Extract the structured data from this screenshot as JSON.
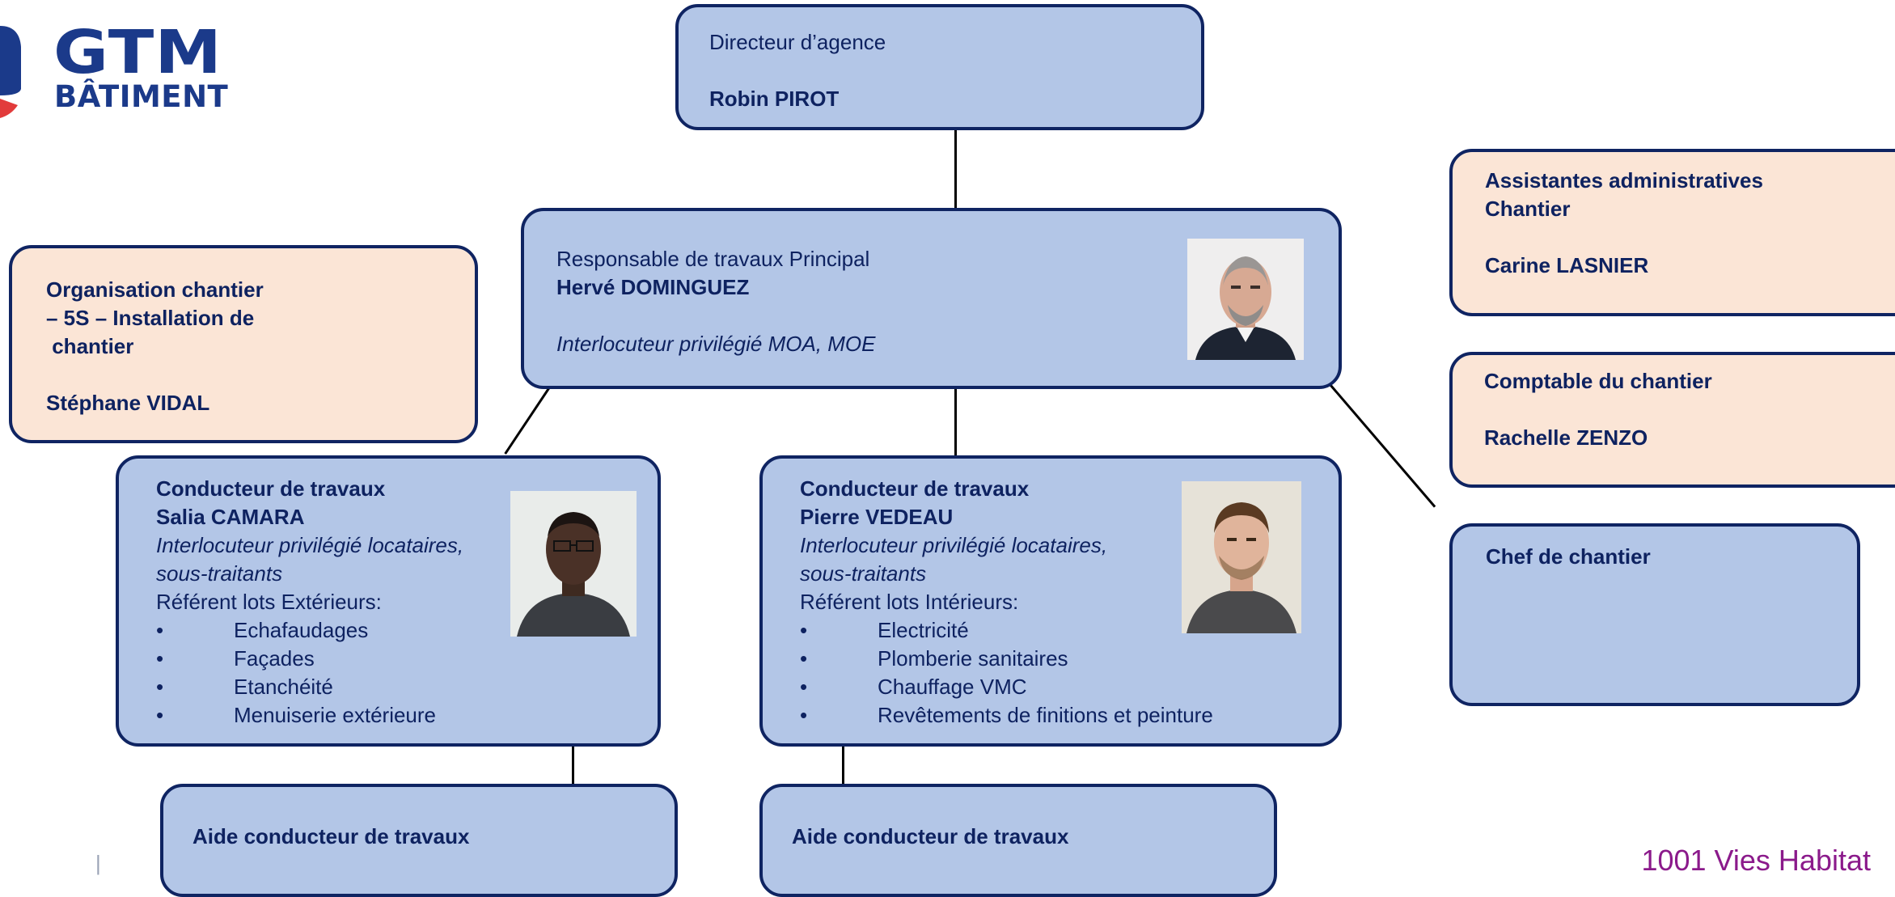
{
  "logo": {
    "line1": "GTM",
    "line2": "BÂTIMENT",
    "brand_color": "#1b3a8a",
    "accent_color": "#e23b3b"
  },
  "director": {
    "role": "Directeur d’agence",
    "name": "Robin PIROT"
  },
  "principal": {
    "role": "Responsable de travaux Principal",
    "name": "Hervé DOMINGUEZ",
    "note": "Interlocuteur privilégié MOA, MOE"
  },
  "organisation": {
    "lines": [
      "Organisation chantier",
      "– 5S – Installation de",
      " chantier"
    ],
    "name": "Stéphane VIDAL"
  },
  "assistants": {
    "lines": [
      "Assistantes administratives",
      "Chantier"
    ],
    "name": "Carine LASNIER"
  },
  "comptable": {
    "role": "Comptable du chantier",
    "name": "Rachelle ZENZO"
  },
  "chef": {
    "role": "Chef de chantier"
  },
  "conducteur_left": {
    "role": "Conducteur de travaux",
    "name": "Salia CAMARA",
    "note1": "Interlocuteur privilégié locataires,",
    "note2": "sous-traitants",
    "lots_title": "Référent lots Extérieurs:",
    "bullet": "•",
    "lots": [
      "Echafaudages",
      "Façades",
      "Etanchéité",
      "Menuiserie extérieure"
    ]
  },
  "conducteur_right": {
    "role": "Conducteur de travaux",
    "name": "Pierre VEDEAU",
    "note1": "Interlocuteur privilégié locataires,",
    "note2": "sous-traitants",
    "lots_title": "Référent lots Intérieurs:",
    "bullet": "•",
    "lots": [
      "Electricité",
      "Plomberie sanitaires",
      "Chauffage VMC",
      "Revêtements de finitions et peinture"
    ]
  },
  "aide_left": {
    "role": "Aide conducteur de travaux"
  },
  "aide_right": {
    "role": "Aide conducteur de travaux"
  },
  "footer": {
    "brand": "1001 Vies Habitat",
    "brand_color": "#8b1a8b",
    "separator": "|"
  }
}
